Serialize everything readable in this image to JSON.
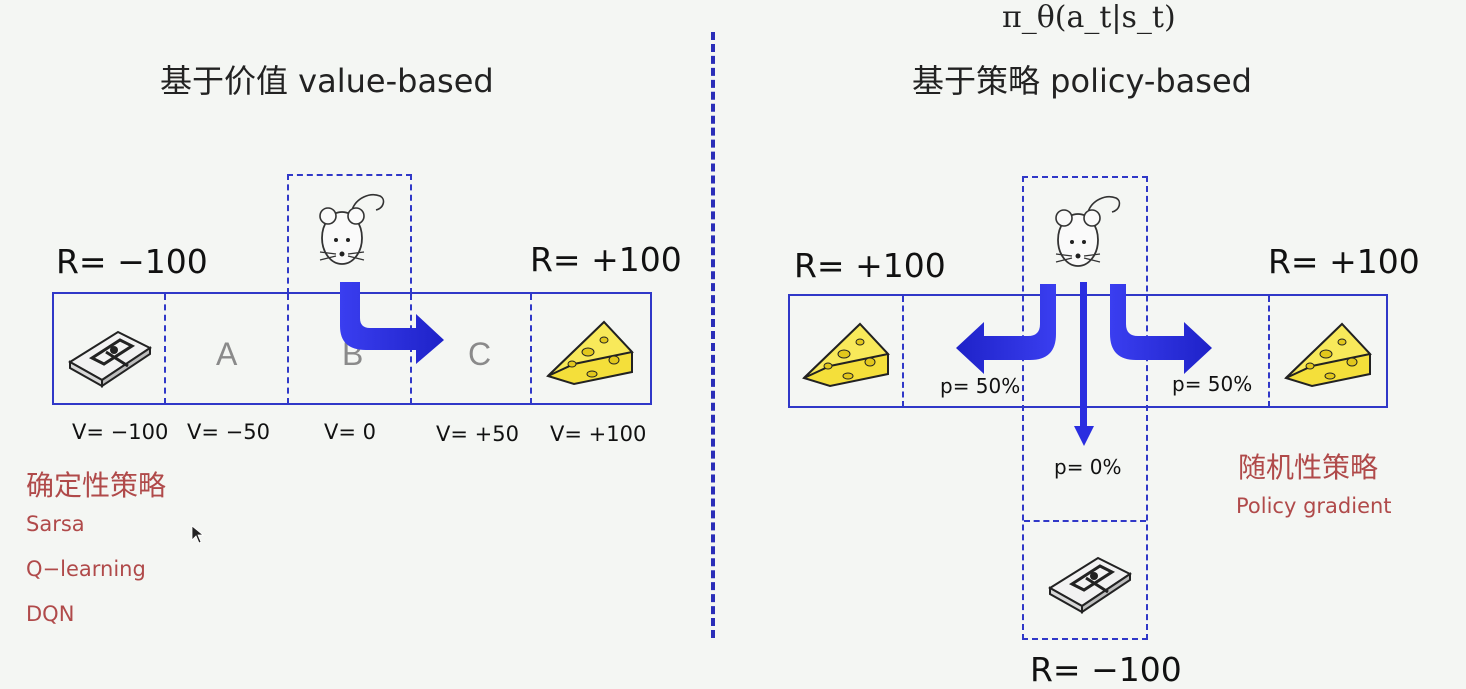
{
  "formula": "π_θ(a_t|s_t)",
  "left": {
    "title": "基于价值 value-based",
    "reward_left": "R= −100",
    "reward_right": "R= +100",
    "cells": [
      "A",
      "B",
      "C"
    ],
    "values": [
      "V= −100",
      "V= −50",
      "V= 0",
      "V= +50",
      "V= +100"
    ],
    "heading": "确定性策略",
    "algorithms": [
      "Sarsa",
      "Q−learning",
      "DQN"
    ]
  },
  "right": {
    "title": "基于策略 policy-based",
    "reward_left": "R= +100",
    "reward_right": "R= +100",
    "reward_bottom": "R= −100",
    "prob_left": "p= 50%",
    "prob_right": "p= 50%",
    "prob_down": "p= 0%",
    "heading": "随机性策略",
    "algorithm": "Policy gradient"
  },
  "icons": [
    "mouse-icon",
    "mousetrap-icon",
    "cheese-icon",
    "mouse-cursor-icon"
  ],
  "colors": {
    "grid": "#3038c8",
    "arrow": "#2a2ee0",
    "accent_text": "#b04a4a",
    "divider": "#2a2eb8"
  }
}
